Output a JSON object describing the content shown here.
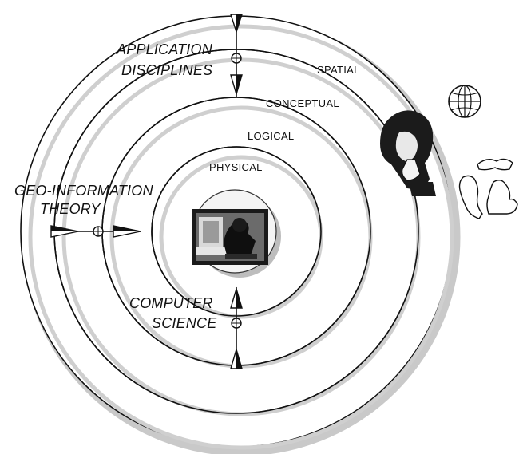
{
  "rings": {
    "physical": "PHYSICAL",
    "logical": "LOGICAL",
    "conceptual": "CONCEPTUAL",
    "spatial": "SPATIAL"
  },
  "disciplines": {
    "application": [
      "APPLICATION",
      "DISCIPLINES"
    ],
    "geo_information": [
      "GEO-INFORMATION",
      "THEORY"
    ],
    "computer_science": [
      "COMPUTER",
      "SCIENCE"
    ]
  },
  "icons": {
    "center": "person-at-computer-icon",
    "thinker": "thinking-person-icon",
    "globe": "globe-icon",
    "map": "great-lakes-map-icon"
  }
}
